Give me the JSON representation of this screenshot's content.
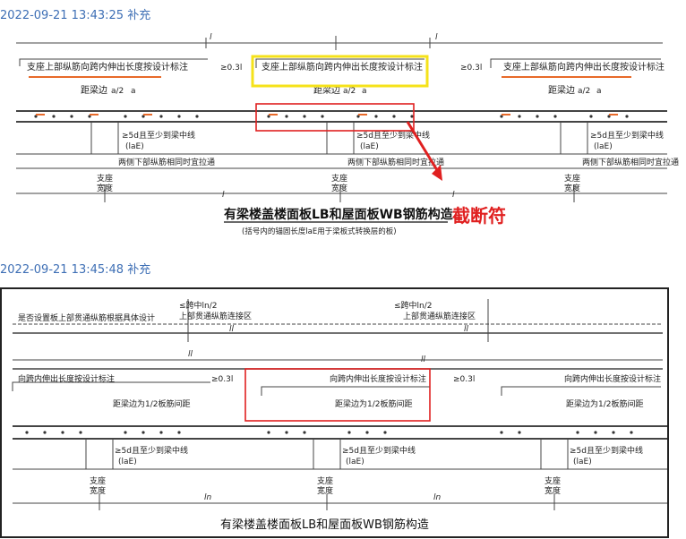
{
  "posts": [
    {
      "timestamp": "2022-09-21 13:43:25",
      "action": "补充",
      "drawing": {
        "top_label": "支座上部纵筋向跨内伸出长度按设计标注",
        "ratio": "≥0.3l",
        "spacing_label": "距梁边",
        "half_a": "a/2",
        "a": "a",
        "anchor_label": "≥5d且至少到梁中线",
        "anchor_sub": "(laE)",
        "bottom_label": "两侧下部纵筋相同时宜拉通",
        "support_label_1": "支座",
        "support_label_2": "宽度",
        "span": "l",
        "title": "有梁楼盖楼面板LB和屋面板WB钢筋构造",
        "subtitle": "(括号内的锚固长度laE用于梁板式转换层的板)",
        "annotation": "截断符",
        "annotation_color": "#e02020",
        "highlight_color": "#f5e21a"
      }
    },
    {
      "timestamp": "2022-09-21 13:45:48",
      "action": "补充",
      "drawing": {
        "top_left_label": "是否设置板上部贯通纵筋根据具体设计",
        "midspan_1": "≤跨中ln/2",
        "midspan_2": "≤跨中ln/2",
        "lap_zone": "上部贯通纵筋连接区",
        "ll": "ll",
        "extend_label": "向跨内伸出长度按设计标注",
        "ratio": "≥0.3l",
        "spacing_label": "距梁边为1/2板筋间距",
        "anchor_label": "≥5d且至少到梁中线",
        "anchor_sub": "(laE)",
        "support_label_1": "支座",
        "support_label_2": "宽度",
        "span": "ln",
        "title": "有梁楼盖楼面板LB和屋面板WB钢筋构造"
      }
    }
  ]
}
